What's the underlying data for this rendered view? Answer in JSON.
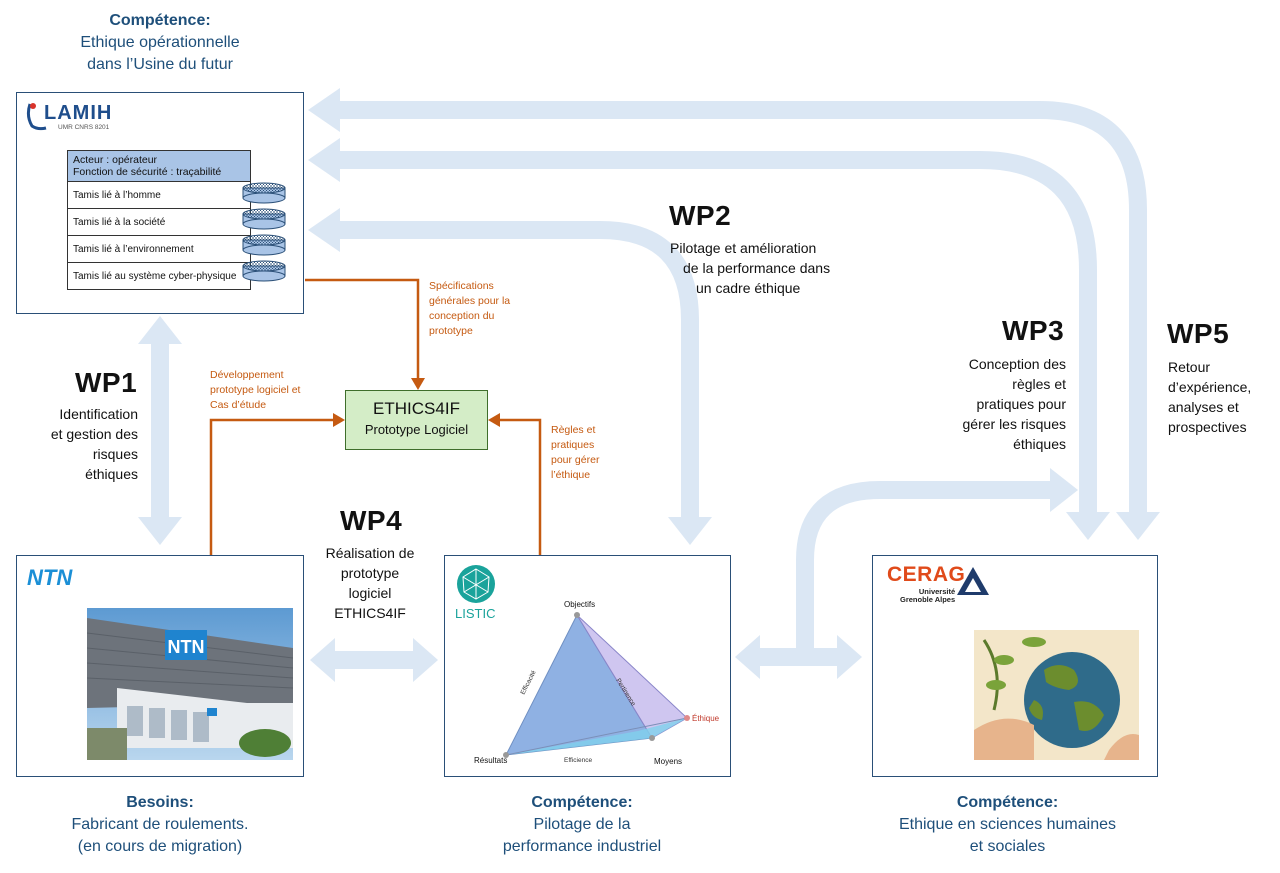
{
  "top_caption": {
    "head": "Compétence:",
    "line1": "Ethique opérationnelle",
    "line2": "dans l’Usine du futur"
  },
  "lamih": {
    "logo": "LAMIH",
    "logo_sub": "UMR CNRS 8201",
    "table_header_1": "Acteur : opérateur",
    "table_header_2": "Fonction de sécurité : traçabilité",
    "rows": [
      "Tamis lié à l’homme",
      "Tamis lié à la société",
      "Tamis lié à l’environnement",
      "Tamis lié au système cyber-physique"
    ]
  },
  "wp1": {
    "title": "WP1",
    "lines": [
      "Identification",
      "et gestion des",
      "risques",
      "éthiques"
    ]
  },
  "wp2": {
    "title": "WP2",
    "lines": [
      "Pilotage et amélioration",
      "de la performance dans",
      "un cadre éthique"
    ]
  },
  "wp3": {
    "title": "WP3",
    "lines": [
      "Conception des",
      "règles et",
      "pratiques pour",
      "gérer les risques",
      "éthiques"
    ]
  },
  "wp4": {
    "title": "WP4",
    "lines": [
      "Réalisation de",
      "prototype",
      "logiciel",
      "ETHICS4IF"
    ]
  },
  "wp5": {
    "title": "WP5",
    "lines": [
      "Retour",
      "d’expérience,",
      "analyses et",
      "prospectives"
    ]
  },
  "prototype": {
    "title": "ETHICS4IF",
    "subtitle": "Prototype Logiciel"
  },
  "orange_labels": {
    "specs": [
      "Spécifications",
      "générales pour la",
      "conception du",
      "prototype"
    ],
    "dev": [
      "Développement",
      "prototype logiciel et",
      "Cas d’étude"
    ],
    "rules": [
      "Règles et",
      "pratiques",
      "pour gérer",
      "l’éthique"
    ]
  },
  "ntn": {
    "logo": "NTN",
    "sign": "NTN"
  },
  "listic": {
    "logo": "LISTIC",
    "vertices": {
      "top": "Objectifs",
      "left": "Résultats",
      "bottom": "Moyens",
      "right": "Éthique"
    },
    "edges": {
      "left": "Efficacité",
      "right": "Pertinence",
      "bottom": "Efficience"
    }
  },
  "cerag": {
    "logo": "CERAG",
    "sub1": "Université",
    "sub2": "Grenoble Alpes"
  },
  "bottom_captions": {
    "ntn": {
      "head": "Besoins:",
      "line1": "Fabricant de roulements.",
      "line2": "(en cours de migration)"
    },
    "listic": {
      "head": "Compétence:",
      "line1": "Pilotage de la",
      "line2": "performance industriel"
    },
    "cerag": {
      "head": "Compétence:",
      "line1": "Ethique en sciences humaines",
      "line2": "et sociales"
    }
  },
  "colors": {
    "arrow_blue": "#dbe7f4",
    "orange": "#c55a11",
    "panel_border": "#2a4f77",
    "proto_fill": "#d4edc7"
  }
}
